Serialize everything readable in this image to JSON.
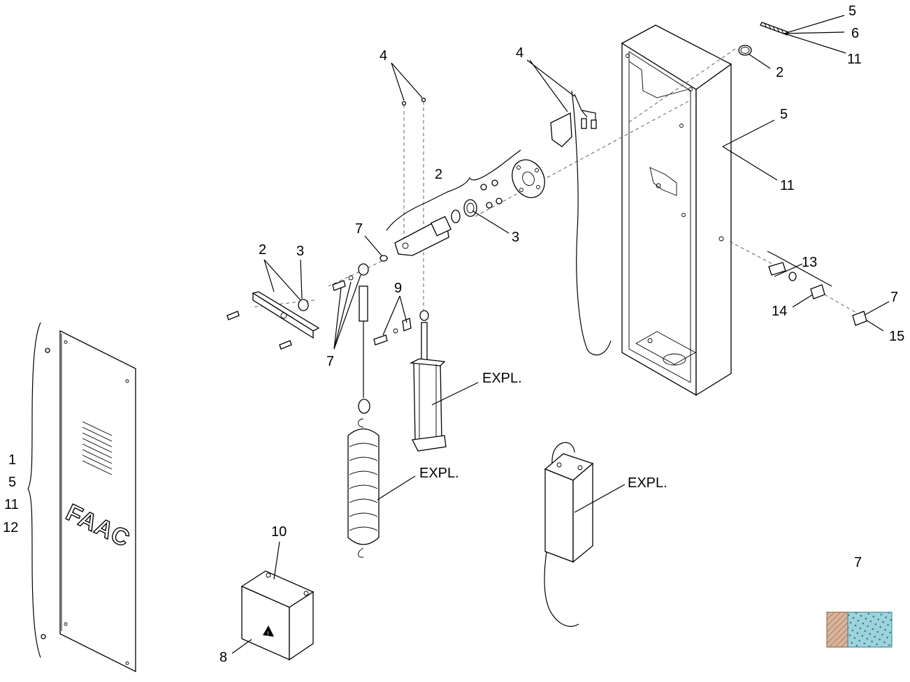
{
  "diagram": {
    "callouts": {
      "top_right_5": "5",
      "top_right_6": "6",
      "top_right_11": "11",
      "washer_2_right": "2",
      "bracket_4_left": "4",
      "bracket_4_mid": "4",
      "housing_5": "5",
      "housing_11": "11",
      "shaft_2": "2",
      "bearing_3": "3",
      "plate_2": "2",
      "plate_3": "3",
      "bolt_7_mid": "7",
      "bolts_7_left": "7",
      "nut_9": "9",
      "valve_13": "13",
      "valve_14": "14",
      "valve_7": "7",
      "valve_15": "15",
      "cover_1": "1",
      "cover_5": "5",
      "cover_11": "11",
      "cover_12": "12",
      "box_10": "10",
      "box_8": "8",
      "kit_7": "7",
      "cylinder_expl": "EXPL.",
      "spring_expl": "EXPL.",
      "pump_expl": "EXPL."
    },
    "logo_text": "FAAC",
    "colors": {
      "line": "#000000",
      "swatch_left": "#d8b49a",
      "swatch_right": "#9fd3dc"
    },
    "icons": [
      "warning-triangle-icon"
    ]
  }
}
